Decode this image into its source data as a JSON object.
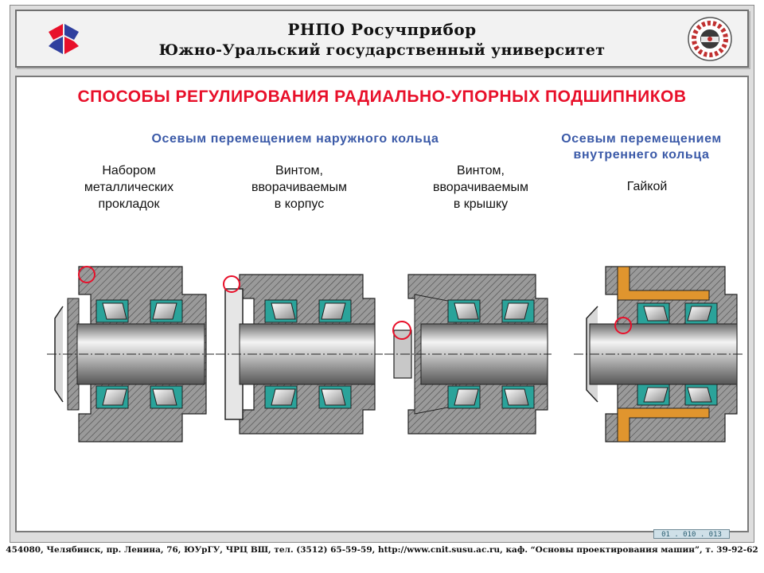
{
  "header": {
    "org": "РНПО Росучприбор",
    "university": "Южно-Уральский государственный университет"
  },
  "title": "СПОСОБЫ РЕГУЛИРОВАНИЯ РАДИАЛЬНО-УПОРНЫХ ПОДШИПНИКОВ",
  "groups": {
    "outer": "Осевым перемещением наружного кольца",
    "inner_line1": "Осевым перемещением",
    "inner_line2": "внутреннего кольца"
  },
  "methods": [
    {
      "lines": [
        "Набором",
        "металлических",
        "прокладок"
      ]
    },
    {
      "lines": [
        "Винтом,",
        "вворачиваемым",
        "в корпус"
      ]
    },
    {
      "lines": [
        "Винтом,",
        "вворачиваемым",
        "в крышку"
      ]
    },
    {
      "lines": [
        "Гайкой"
      ]
    }
  ],
  "colors": {
    "title_red": "#e8102a",
    "subtitle_blue": "#3b5aa8",
    "bearing_teal": "#2aa39a",
    "nut_orange": "#e0952e",
    "marker_red": "#e8102a"
  },
  "code": "01 . 010 . 013",
  "footer": "454080, Челябинск, пр. Ленина, 76, ЮУрГУ, ЧРЦ ВШ, тел. (3512) 65-59-59, http://www.cnit.susu.ac.ru, каф. “Основы проектирования машин”, т. 39-92-62"
}
